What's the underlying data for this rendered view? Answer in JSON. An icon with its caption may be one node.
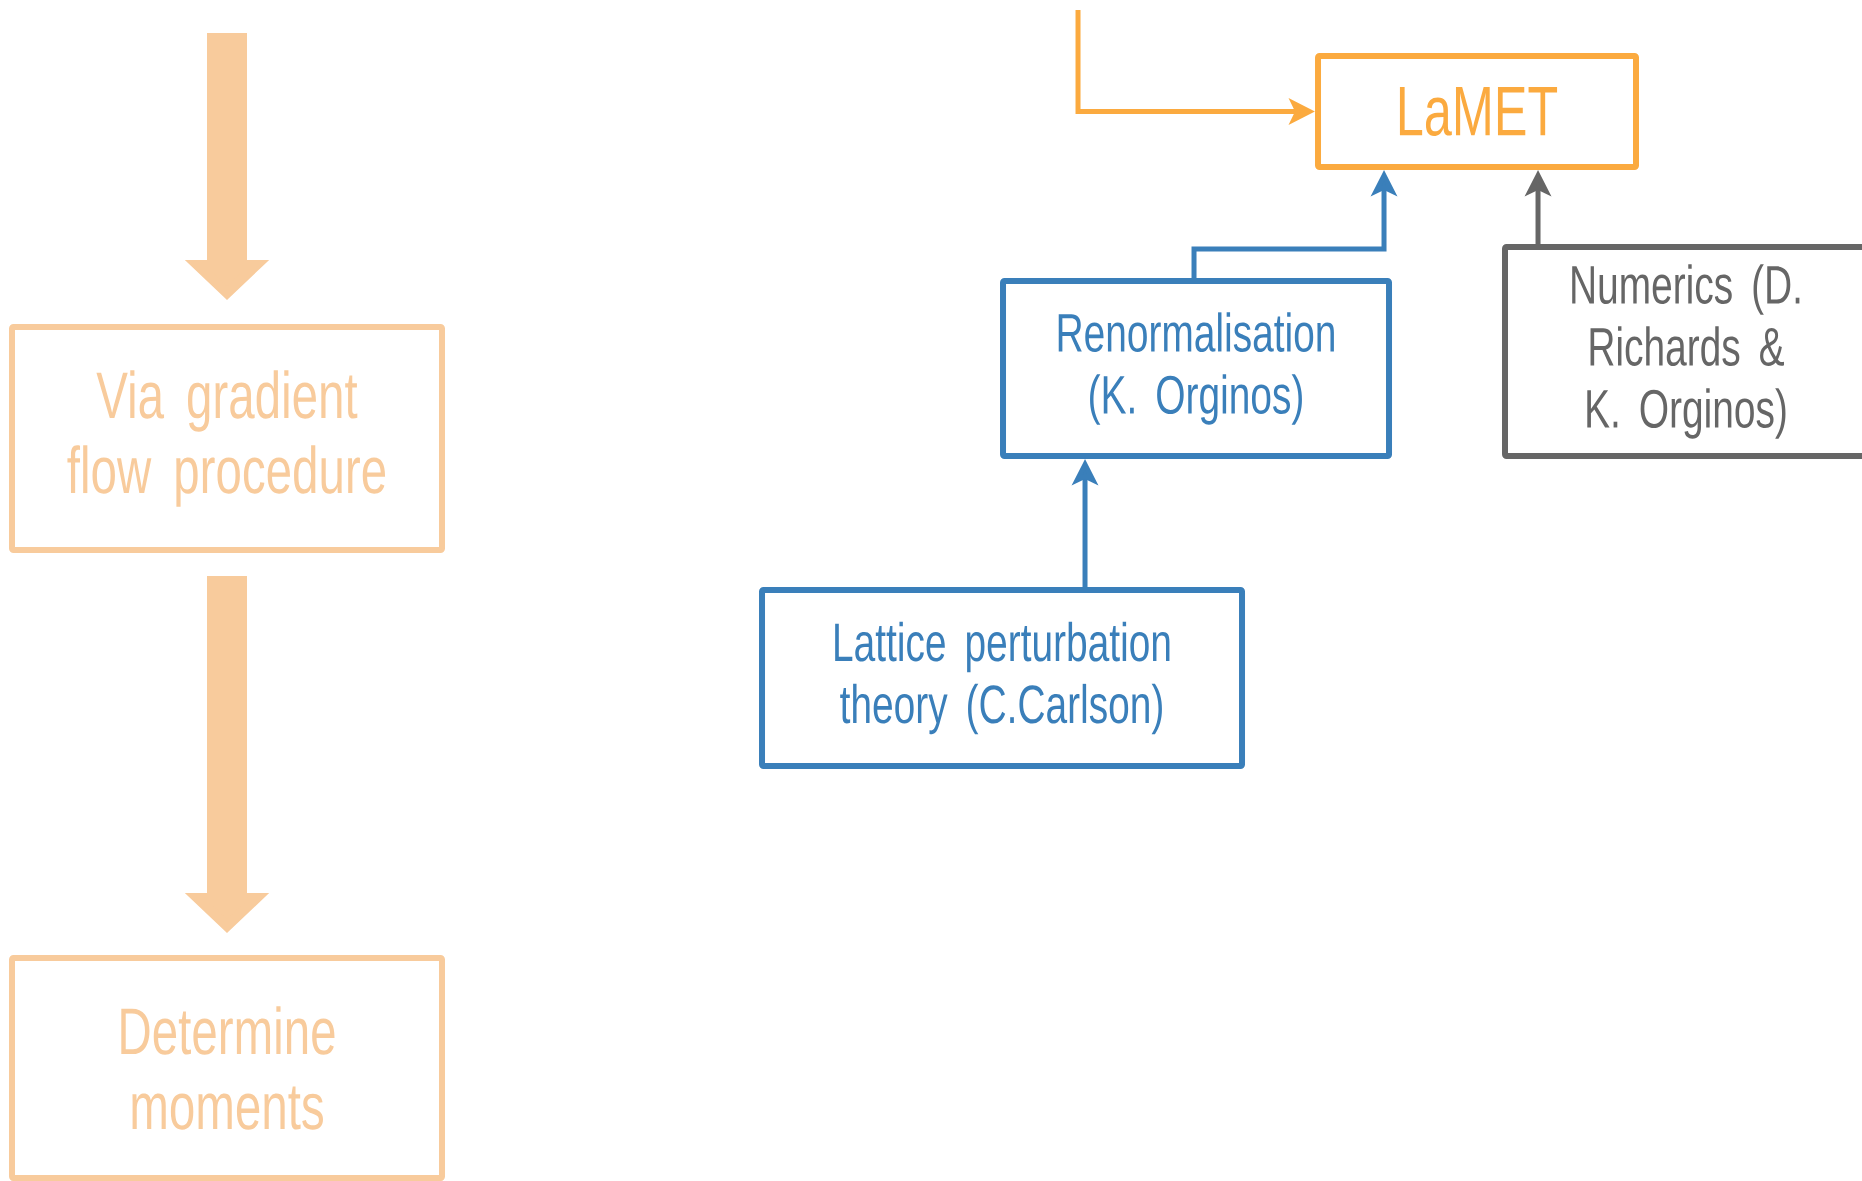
{
  "diagram": {
    "nodes": [
      {
        "text": [
          "Via gradient flow procedure"
        ]
      },
      {
        "text": [
          "Determine moments"
        ]
      },
      {
        "text": [
          "LaMET"
        ]
      },
      {
        "text": [
          "Renormalisation (K. Orginos)"
        ]
      },
      {
        "text": [
          "Numerics (D. Richards & K. Orginos)"
        ]
      },
      {
        "text": [
          "Lattice perturbation theory (C.Carlson)"
        ]
      }
    ],
    "edges": [
      {
        "from": null,
        "to": 0,
        "arrow": "to",
        "style": "thick",
        "color": "#f8cb9c"
      },
      {
        "from": 0,
        "to": 1,
        "arrow": "to",
        "style": "thick",
        "color": "#f8cb9c"
      },
      {
        "from": null,
        "to": 2,
        "arrow": "to",
        "color": "#fbaa3f"
      },
      {
        "from": 3,
        "to": 2,
        "arrow": "to",
        "color": "#3a7fba"
      },
      {
        "from": 4,
        "to": 2,
        "arrow": "to",
        "color": "#666666"
      },
      {
        "from": 5,
        "to": 3,
        "arrow": "to",
        "color": "#3a7fba"
      }
    ]
  }
}
